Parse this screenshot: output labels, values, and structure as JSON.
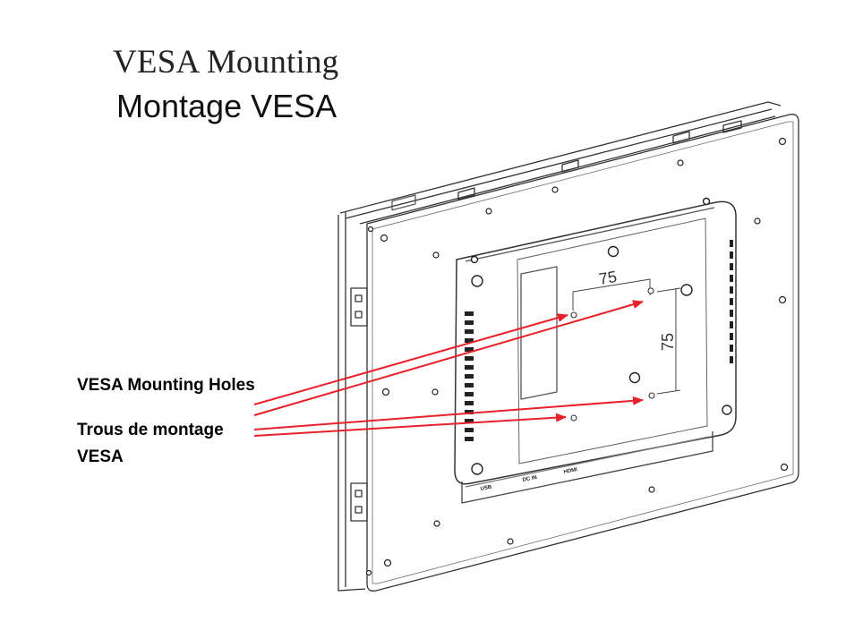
{
  "title_en": "VESA Mounting",
  "title_fr": "Montage VESA",
  "labels": {
    "holes_en": "VESA Mounting Holes",
    "holes_fr_line1": "Trous de montage",
    "holes_fr_line2": "VESA"
  },
  "dimensions": {
    "horizontal": "75",
    "vertical": "75"
  },
  "port_labels": {
    "usb": "USB",
    "power": "DC IN",
    "hdmi": "HDMI"
  },
  "colors": {
    "line": "#333333",
    "arrow": "#e8202a",
    "background": "#ffffff"
  }
}
